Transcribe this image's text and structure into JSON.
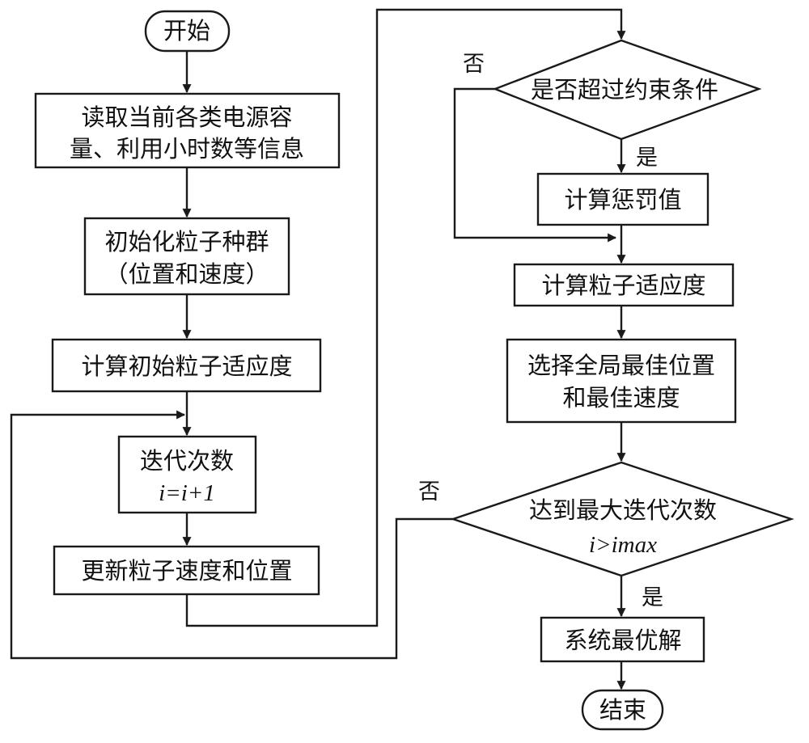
{
  "nodes": {
    "start": "开始",
    "read_info_line1": "读取当前各类电源容",
    "read_info_line2": "量、利用小时数等信息",
    "init_swarm_line1": "初始化粒子种群",
    "init_swarm_line2": "（位置和速度）",
    "calc_init_fitness": "计算初始粒子适应度",
    "iteration_line1": "迭代次数",
    "iteration_formula": "i=i+1",
    "update_particles": "更新粒子速度和位置",
    "constraint_check": "是否超过约束条件",
    "calc_penalty": "计算惩罚值",
    "calc_fitness": "计算粒子适应度",
    "select_best_line1": "选择全局最佳位置",
    "select_best_line2": "和最佳速度",
    "max_iter_line1": "达到最大迭代次数",
    "max_iter_formula": "i>imax",
    "optimal": "系统最优解",
    "end": "结束"
  },
  "edge_labels": {
    "constraint_no": "否",
    "constraint_yes": "是",
    "max_iter_no": "否",
    "max_iter_yes": "是"
  }
}
